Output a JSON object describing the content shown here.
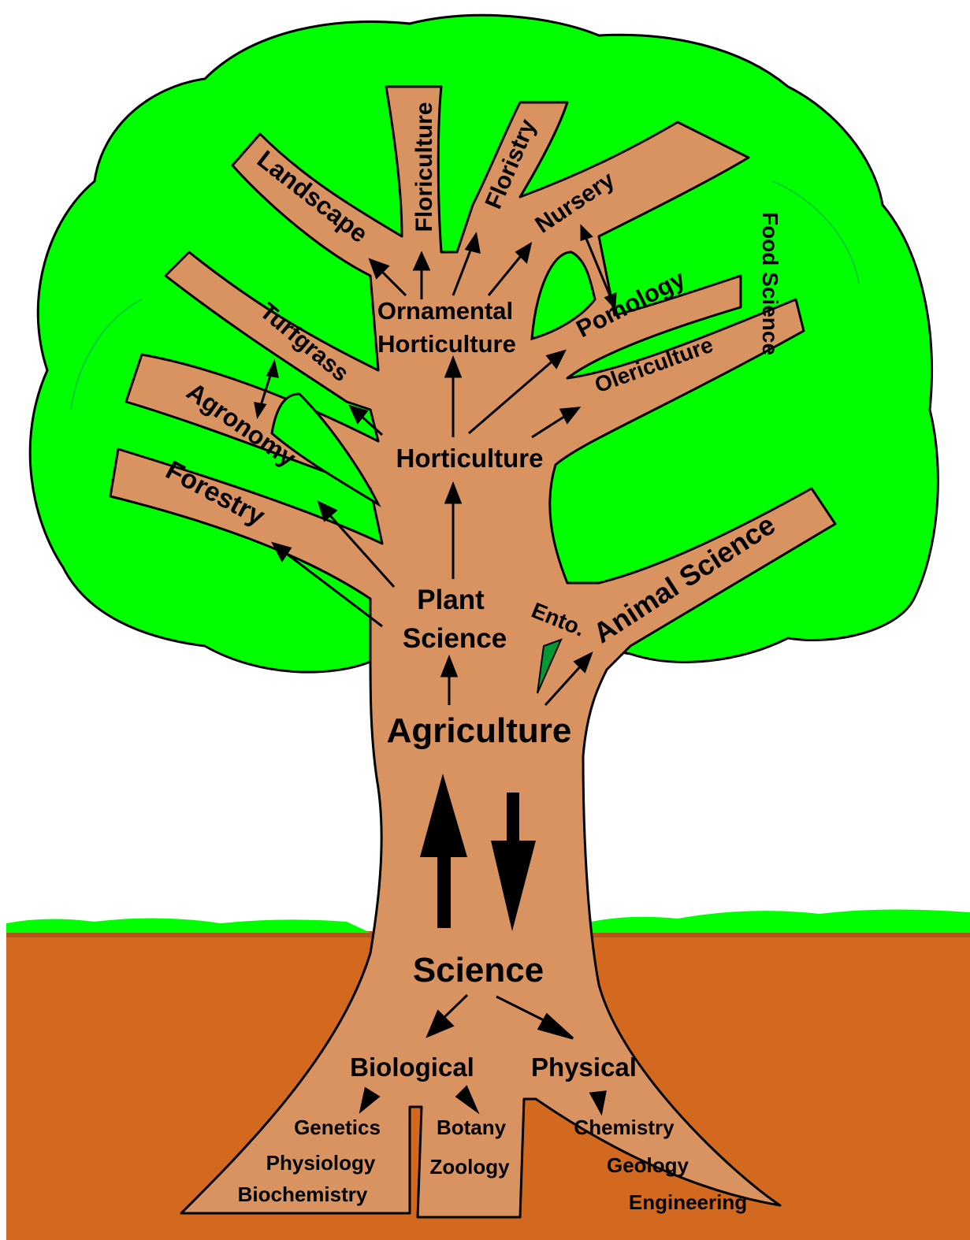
{
  "colors": {
    "canopy": "#00ff00",
    "canopy_shadow": "#00cc33",
    "trunk": "#d99361",
    "soil": "#d2691e",
    "soil_edge": "#b0581c",
    "grass": "#00ff00",
    "outline": "#000000"
  },
  "labels": {
    "landscape": "Landscape",
    "floriculture": "Floriculture",
    "floristry": "Floristry",
    "nursery": "Nursery",
    "food_science": "Food Science",
    "turfgrass": "Turfgrass",
    "ornamental_1": "Ornamental",
    "ornamental_2": "Horticulture",
    "pomology": "Pomology",
    "olericulture": "Olericulture",
    "agronomy": "Agronomy",
    "horticulture": "Horticulture",
    "forestry": "Forestry",
    "animal_science": "Animal Science",
    "plant_1": "Plant",
    "plant_2": "Science",
    "ento": "Ento.",
    "agriculture": "Agriculture",
    "science": "Science",
    "biological": "Biological",
    "physical": "Physical",
    "genetics": "Genetics",
    "physiology": "Physiology",
    "biochemistry": "Biochemistry",
    "botany": "Botany",
    "zoology": "Zoology",
    "chemistry": "Chemistry",
    "geology": "Geology",
    "engineering": "Engineering"
  }
}
